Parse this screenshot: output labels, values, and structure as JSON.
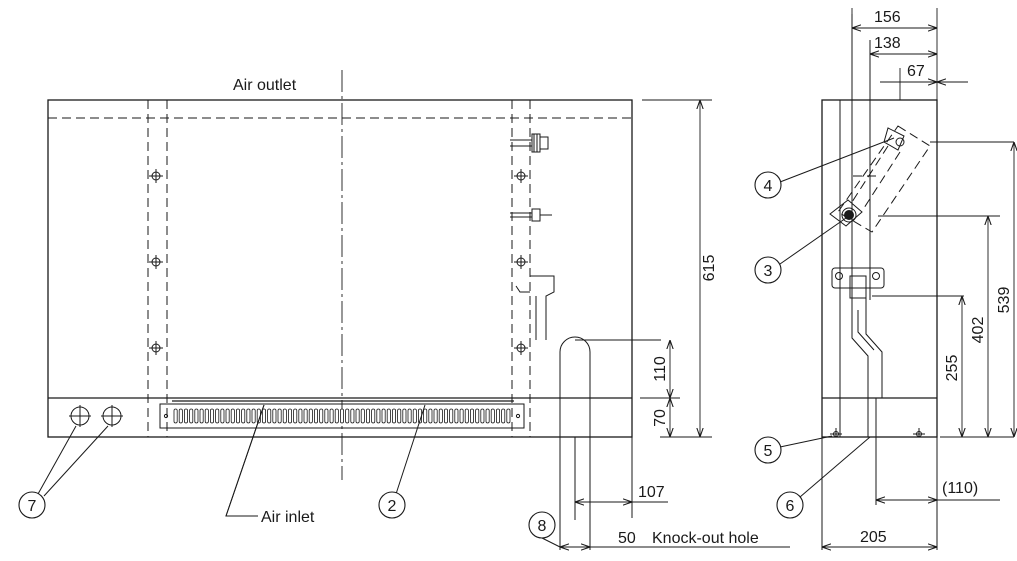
{
  "labels": {
    "air_outlet": "Air outlet",
    "air_inlet": "Air inlet",
    "knock_out_hole": "Knock-out hole"
  },
  "dimensions": {
    "d156": "156",
    "d138": "138",
    "d67": "67",
    "d615": "615",
    "d539": "539",
    "d402": "402",
    "d255": "255",
    "d110": "110",
    "d70": "70",
    "d107": "107",
    "d50": "50",
    "d205": "205",
    "d110p": "(110)"
  },
  "callouts": {
    "c2": "2",
    "c3": "3",
    "c4": "4",
    "c5": "5",
    "c6": "6",
    "c7": "7",
    "c8": "8"
  }
}
